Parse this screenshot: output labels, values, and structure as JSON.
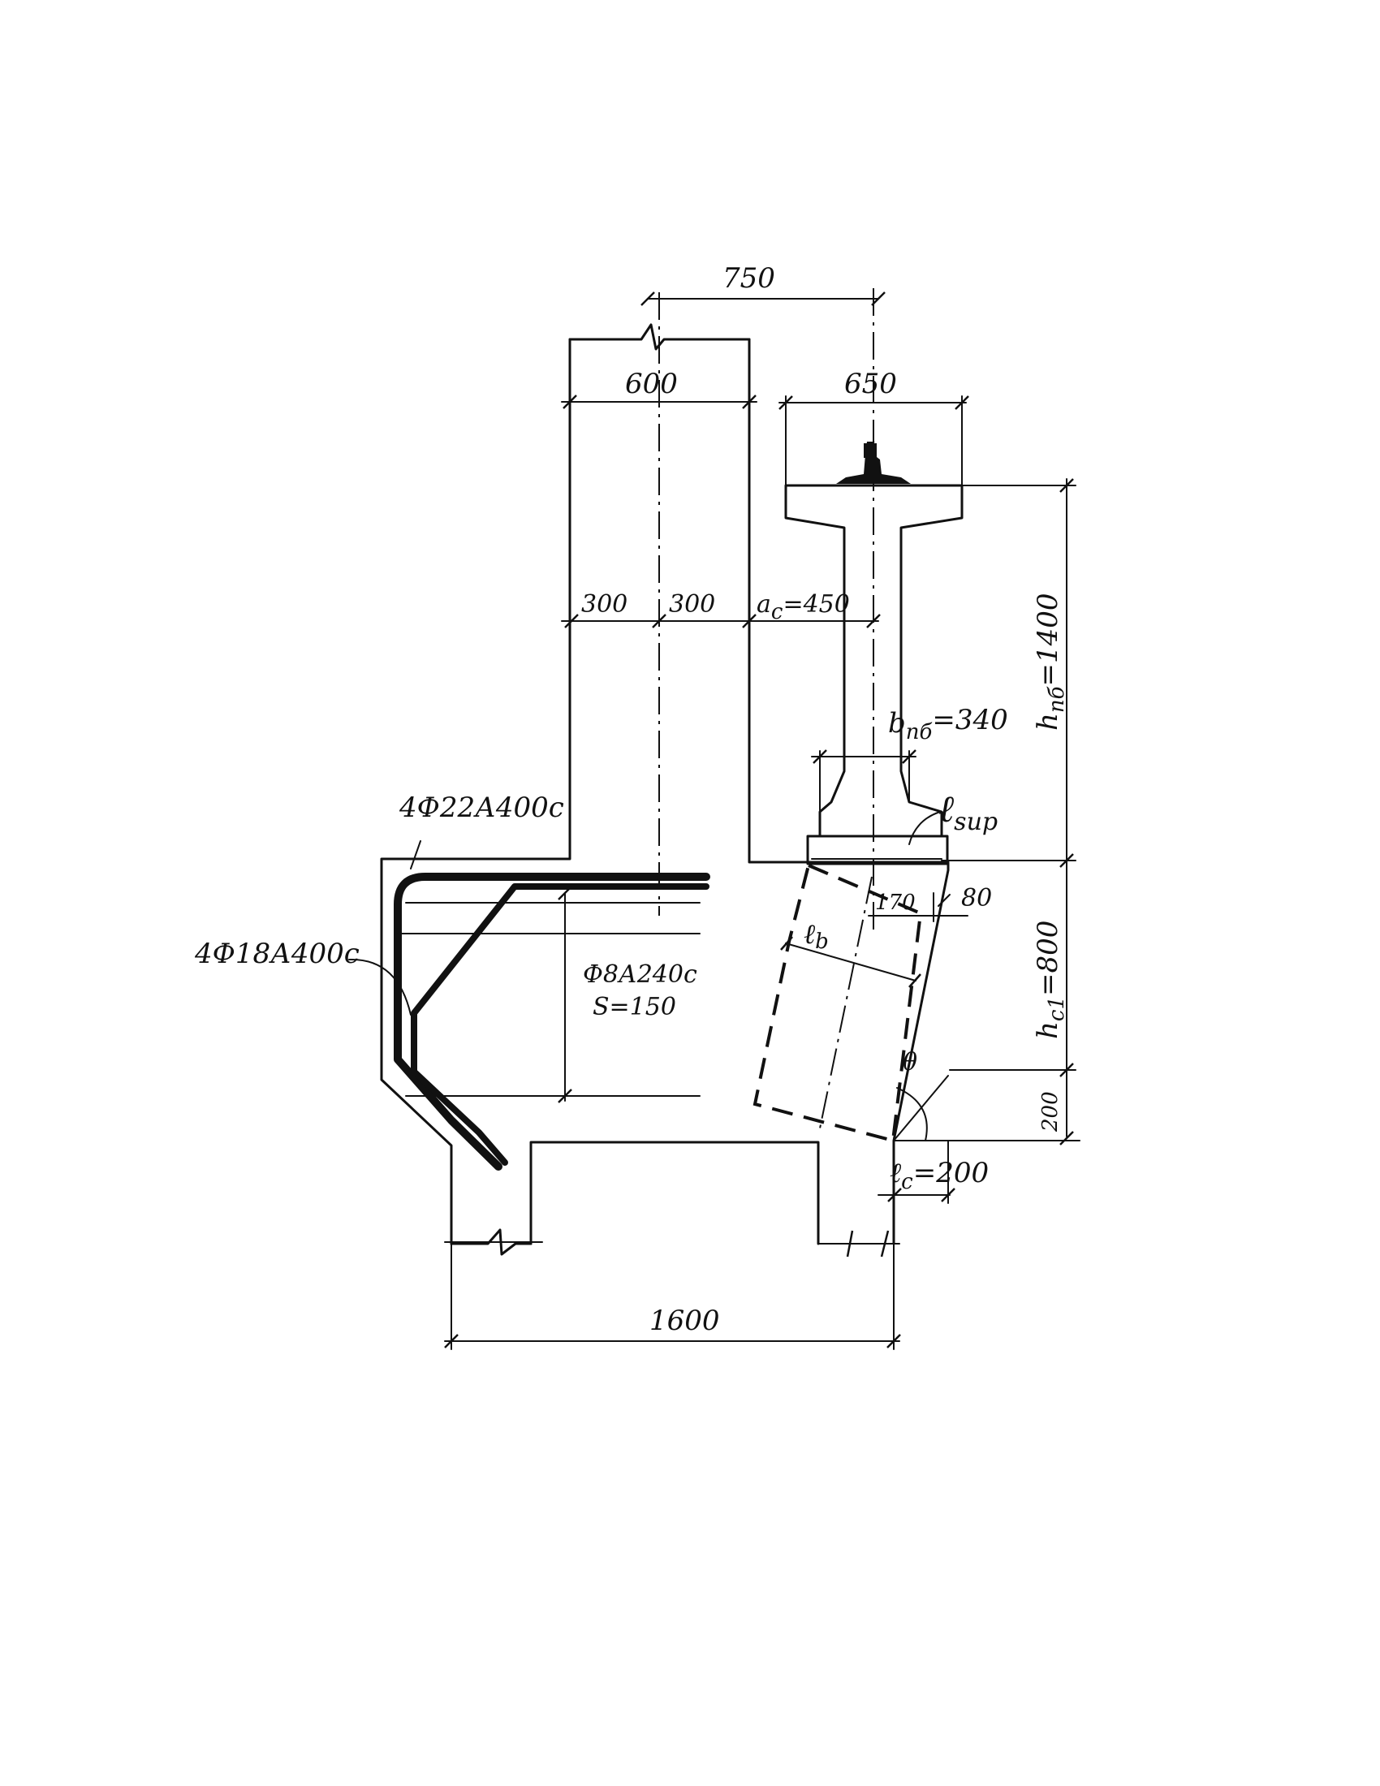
{
  "drawing": {
    "dimensions": {
      "axis_distance": "750",
      "column_width": "600",
      "beam_flange": "650",
      "half_left": "300",
      "half_right": "300",
      "ac": "a",
      "ac_sub": "c",
      "ac_value": "=450",
      "h_beam": "h",
      "h_beam_sub": "пб",
      "h_beam_value": "=1400",
      "b_beam": "b",
      "b_beam_sub": "пб",
      "b_beam_value": "=340",
      "l_sup": "ℓ",
      "l_sup_sub": "sup",
      "dim_170": "170",
      "dim_80": "80",
      "l_b": "ℓ",
      "l_b_sub": "b",
      "h_c1": "h",
      "h_c1_sub": "c1",
      "h_c1_value": "=800",
      "dim_200_right": "200",
      "theta": "θ",
      "l_c": "ℓ",
      "l_c_sub": "c",
      "l_c_value": "=200",
      "column_total": "1600"
    },
    "rebar": {
      "top_bars": "4Ф22А400с",
      "inclined_bars": "4Ф18А400с",
      "stirrups": "Ф8А240с",
      "stirrup_spacing": "S=150"
    }
  }
}
